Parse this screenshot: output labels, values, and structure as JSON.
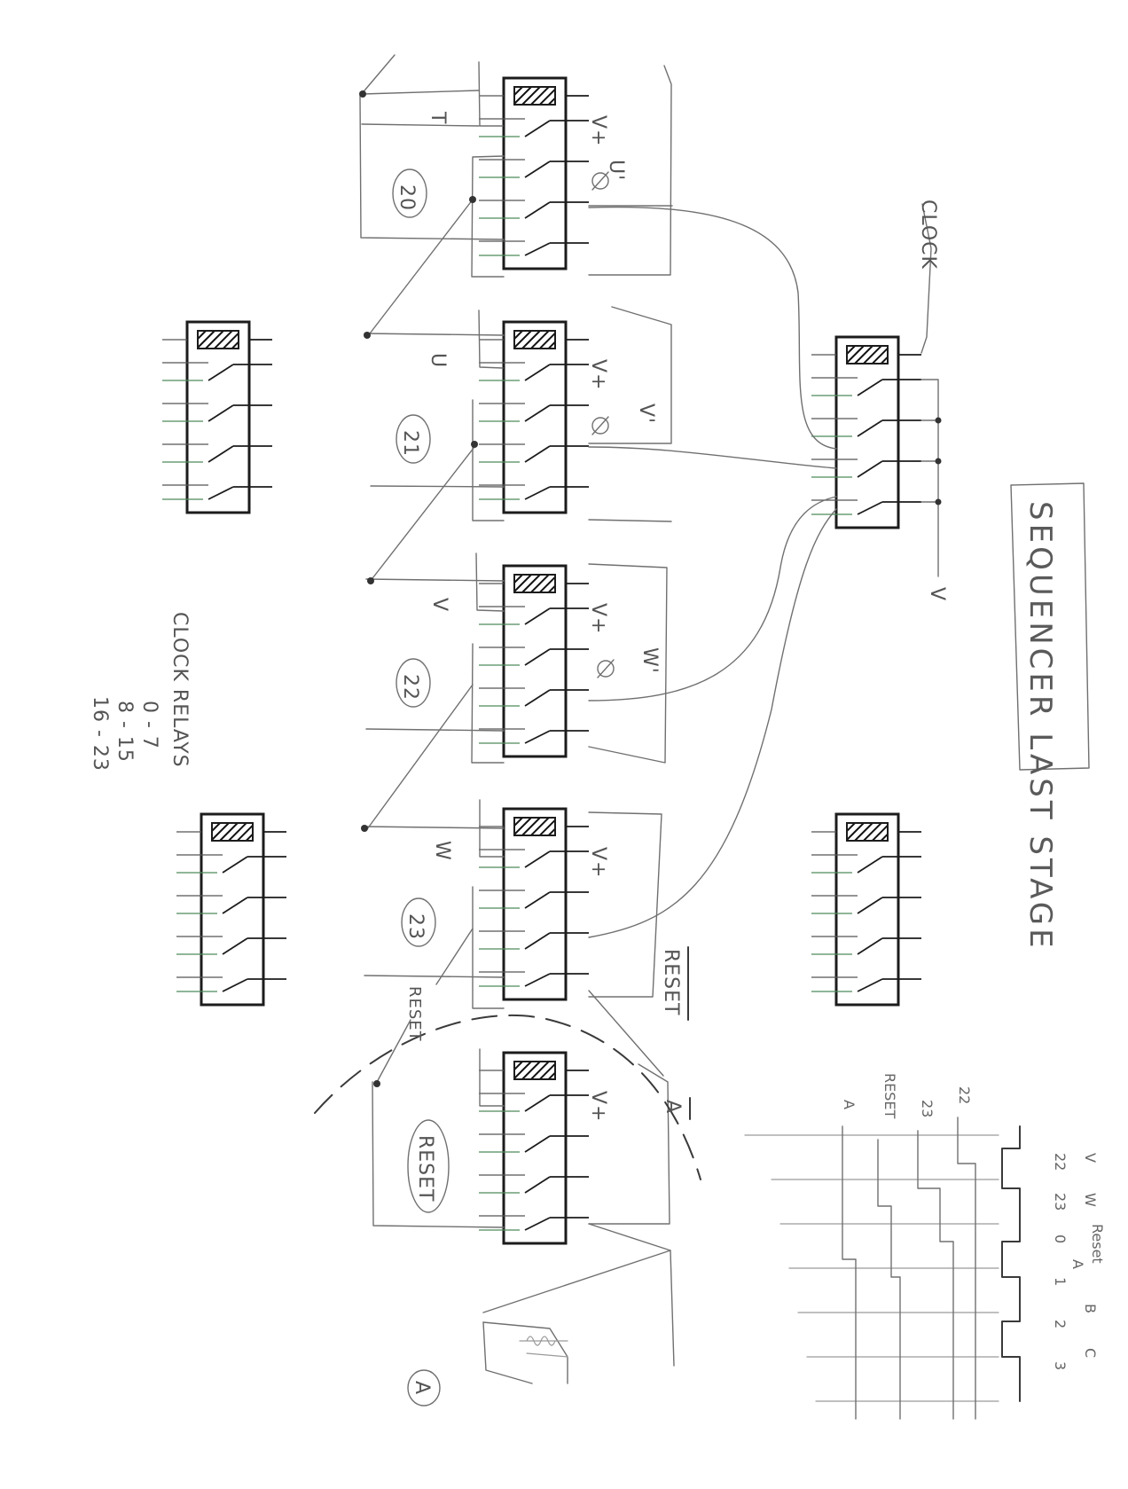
{
  "title": "SEQUENCER LAST STAGE",
  "clock_label": "CLOCK",
  "v_label": "V",
  "relay_ids": [
    "20",
    "21",
    "22",
    "23",
    "RESET",
    "A"
  ],
  "signals": {
    "t": "T",
    "u": "U",
    "v": "V",
    "w": "W",
    "u_prime": "U'",
    "v_prime": "V'",
    "w_prime": "W'",
    "v_plus": "V+"
  },
  "reset_label": "RESET",
  "reset_bar_label": "RESET",
  "a_bar_label": "A",
  "clock_relays": {
    "heading": "CLOCK RELAYS",
    "ranges": [
      "0 - 7",
      "8 - 15",
      "16 - 23"
    ]
  },
  "timing": {
    "rows": [
      "22",
      "23",
      "RESET",
      "A"
    ],
    "columns_top": [
      "V",
      "W",
      "Reset",
      "A",
      "B",
      "C"
    ],
    "columns_bottom": [
      "22",
      "23",
      "0",
      "1",
      "2",
      "3"
    ]
  }
}
